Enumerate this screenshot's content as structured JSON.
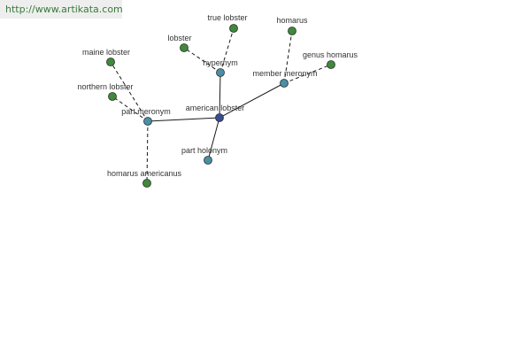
{
  "watermark": "http://www.artikata.com",
  "colors": {
    "center": "#3b4b8c",
    "relation": "#4a8fa6",
    "leaf": "#3f8a3a",
    "edge": "#1a1a1a"
  },
  "graph": {
    "nodes": [
      {
        "id": "american_lobster",
        "label": "american lobster",
        "kind": "center"
      },
      {
        "id": "hypernym",
        "label": "hypernym",
        "kind": "relation"
      },
      {
        "id": "member_meronym",
        "label": "member meronym",
        "kind": "relation"
      },
      {
        "id": "part_meronym",
        "label": "part meronym",
        "kind": "relation"
      },
      {
        "id": "part_holonym",
        "label": "part holonym",
        "kind": "relation"
      },
      {
        "id": "lobster",
        "label": "lobster",
        "kind": "leaf"
      },
      {
        "id": "true_lobster",
        "label": "true lobster",
        "kind": "leaf"
      },
      {
        "id": "homarus",
        "label": "homarus",
        "kind": "leaf"
      },
      {
        "id": "genus_homarus",
        "label": "genus homarus",
        "kind": "leaf"
      },
      {
        "id": "maine_lobster",
        "label": "maine lobster",
        "kind": "leaf"
      },
      {
        "id": "northern_lobster",
        "label": "northern lobster",
        "kind": "leaf"
      },
      {
        "id": "homarus_americanus",
        "label": "homarus americanus",
        "kind": "leaf"
      }
    ],
    "edges": [
      {
        "from": "american_lobster",
        "to": "hypernym",
        "style": "solid"
      },
      {
        "from": "american_lobster",
        "to": "member_meronym",
        "style": "solid"
      },
      {
        "from": "american_lobster",
        "to": "part_meronym",
        "style": "solid"
      },
      {
        "from": "american_lobster",
        "to": "part_holonym",
        "style": "solid"
      },
      {
        "from": "hypernym",
        "to": "lobster",
        "style": "dashed"
      },
      {
        "from": "hypernym",
        "to": "true_lobster",
        "style": "dashed"
      },
      {
        "from": "member_meronym",
        "to": "homarus",
        "style": "dashed"
      },
      {
        "from": "member_meronym",
        "to": "genus_homarus",
        "style": "dashed"
      },
      {
        "from": "part_meronym",
        "to": "maine_lobster",
        "style": "dashed"
      },
      {
        "from": "part_meronym",
        "to": "northern_lobster",
        "style": "dashed"
      },
      {
        "from": "part_meronym",
        "to": "homarus_americanus",
        "style": "dashed"
      }
    ]
  }
}
